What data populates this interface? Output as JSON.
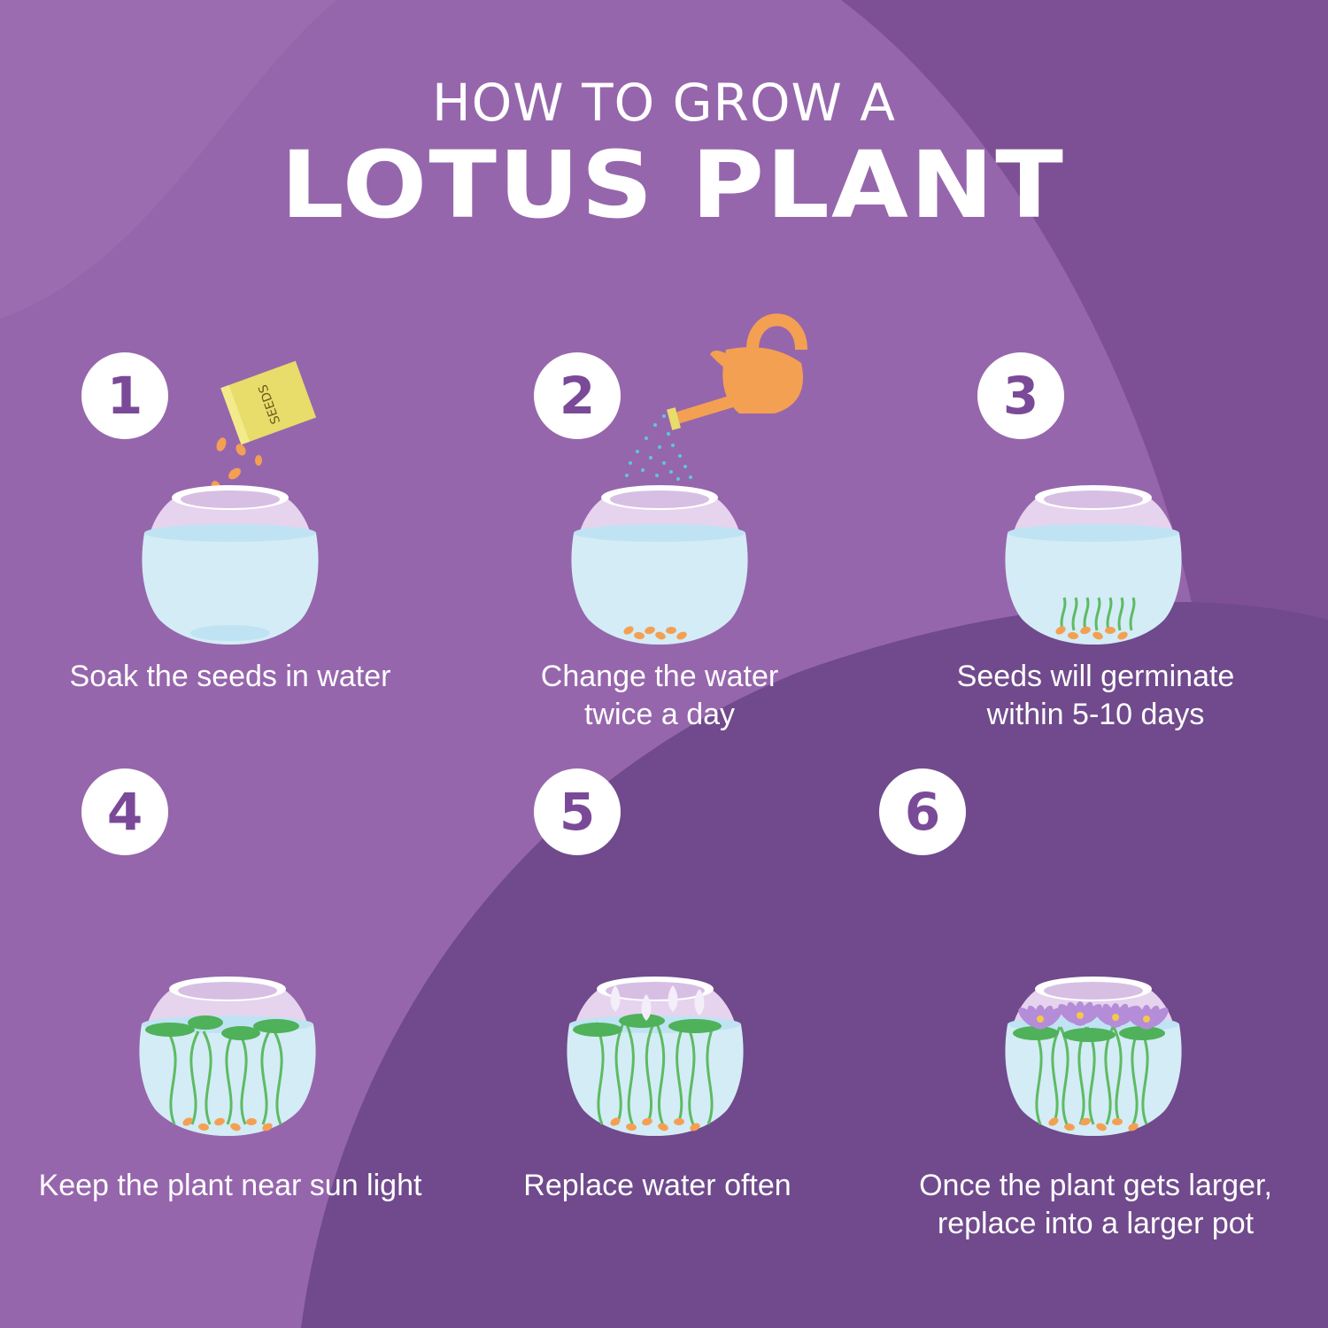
{
  "title": {
    "line1": "HOW TO GROW A",
    "line2": "LOTUS PLANT"
  },
  "steps": [
    {
      "number": "1",
      "caption": "Soak the seeds in water"
    },
    {
      "number": "2",
      "caption": "Change the water twice a day"
    },
    {
      "number": "3",
      "caption": "Seeds will germinate within 5-10 days"
    },
    {
      "number": "4",
      "caption": "Keep the plant near sun light"
    },
    {
      "number": "5",
      "caption": "Replace water often"
    },
    {
      "number": "6",
      "caption": "Once the plant gets larger, replace into a larger pot"
    }
  ],
  "seed_packet_label": "SEEDS",
  "colors": {
    "background": "#9666ac",
    "background_dark": "#704a8c",
    "number_text": "#7a4a98",
    "water": "#d4ecf6",
    "watering_can": "#f4a052",
    "seed_packet": "#e8dc6a",
    "leaf": "#5dbb63",
    "lotus_flower": "#b48cd8"
  },
  "icons": [
    "seed-packet-icon",
    "watering-can-icon",
    "glass-bowl-icon",
    "lotus-flower-icon"
  ]
}
